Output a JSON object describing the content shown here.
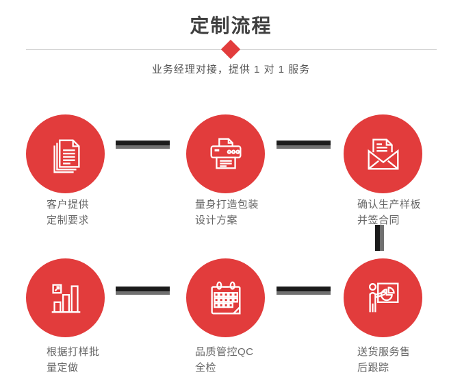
{
  "header": {
    "title": "定制流程",
    "subtitle": "业务经理对接，提供 1 对 1 服务"
  },
  "colors": {
    "accent_red": "#e23c3c",
    "title_text": "#3f3f3f",
    "label_text": "#666666",
    "connector_dark": "#1b1b1b",
    "connector_gray": "#707070",
    "divider": "#cccccc"
  },
  "steps": [
    {
      "icon": "documents-icon",
      "line1": "客户提供",
      "line2": "定制要求"
    },
    {
      "icon": "printer-icon",
      "line1": "量身打造包装",
      "line2": "设计方案"
    },
    {
      "icon": "open-envelope-icon",
      "line1": "确认生产样板",
      "line2": "并签合同"
    },
    {
      "icon": "bar-chart-icon",
      "line1": "根据打样批",
      "line2": "量定做"
    },
    {
      "icon": "calendar-icon",
      "line1": "品质管控QC",
      "line2": "全检"
    },
    {
      "icon": "presentation-icon",
      "line1": "送货服务售",
      "line2": "后跟踪"
    }
  ]
}
